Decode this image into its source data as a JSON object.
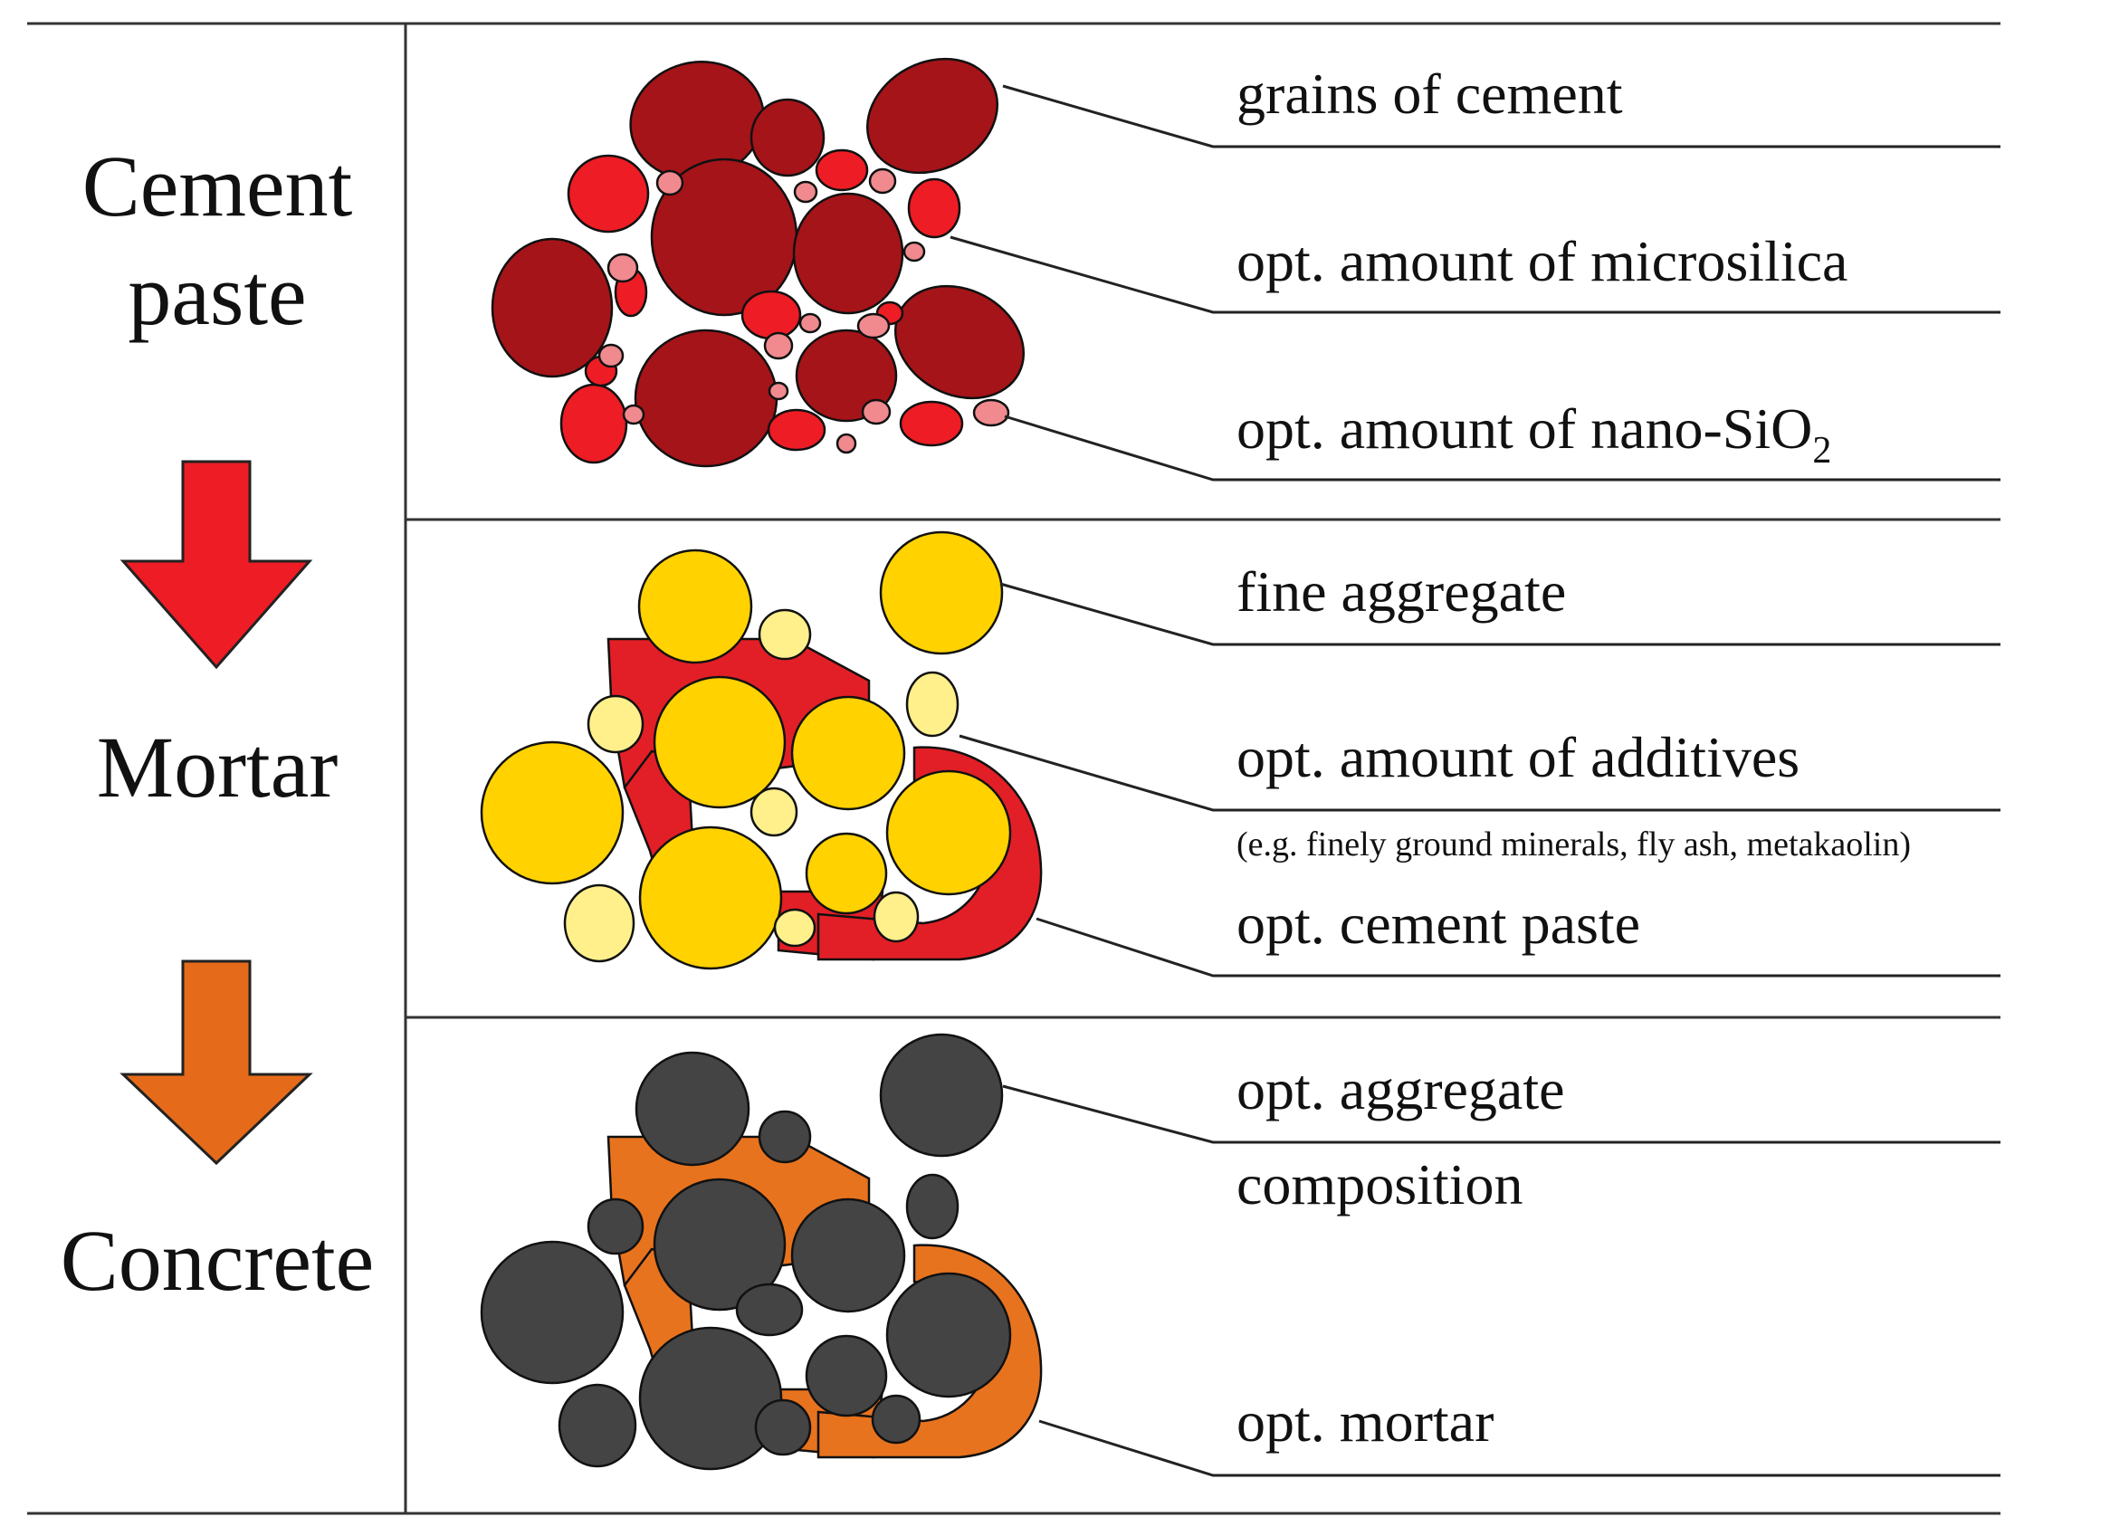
{
  "colors": {
    "cement_grain": "#a51419",
    "microsilica": "#ee1c24",
    "nano_sio2": "#f08a8e",
    "fine_aggregate": "#ffd200",
    "additive": "#fff08c",
    "cement_paste": "#e21f26",
    "coarse_aggregate": "#444444",
    "mortar": "#e8731e",
    "arrow_red": "#ee1c24",
    "arrow_orange": "#e56b1a"
  },
  "stages": [
    {
      "id": "cement-paste",
      "label_lines": [
        "Cement",
        "paste"
      ],
      "callouts": [
        {
          "text": "grains of cement"
        },
        {
          "text": "opt. amount of microsilica"
        },
        {
          "text": "opt. amount of nano-SiO",
          "subscript": "2"
        }
      ]
    },
    {
      "id": "mortar",
      "label_lines": [
        "Mortar"
      ],
      "callouts": [
        {
          "text": "fine aggregate"
        },
        {
          "text": "opt. amount of additives",
          "note": "(e.g. finely ground minerals, fly ash, metakaolin)"
        },
        {
          "text": "opt. cement paste"
        }
      ]
    },
    {
      "id": "concrete",
      "label_lines": [
        "Concrete"
      ],
      "callouts": [
        {
          "text": "opt. aggregate",
          "continuation": "composition"
        },
        {
          "text": "opt. mortar"
        }
      ]
    }
  ],
  "arrows": [
    {
      "from": "cement-paste",
      "to": "mortar",
      "color": "arrow_red",
      "icon": "down-arrow-icon"
    },
    {
      "from": "mortar",
      "to": "concrete",
      "color": "arrow_orange",
      "icon": "down-arrow-icon"
    }
  ]
}
